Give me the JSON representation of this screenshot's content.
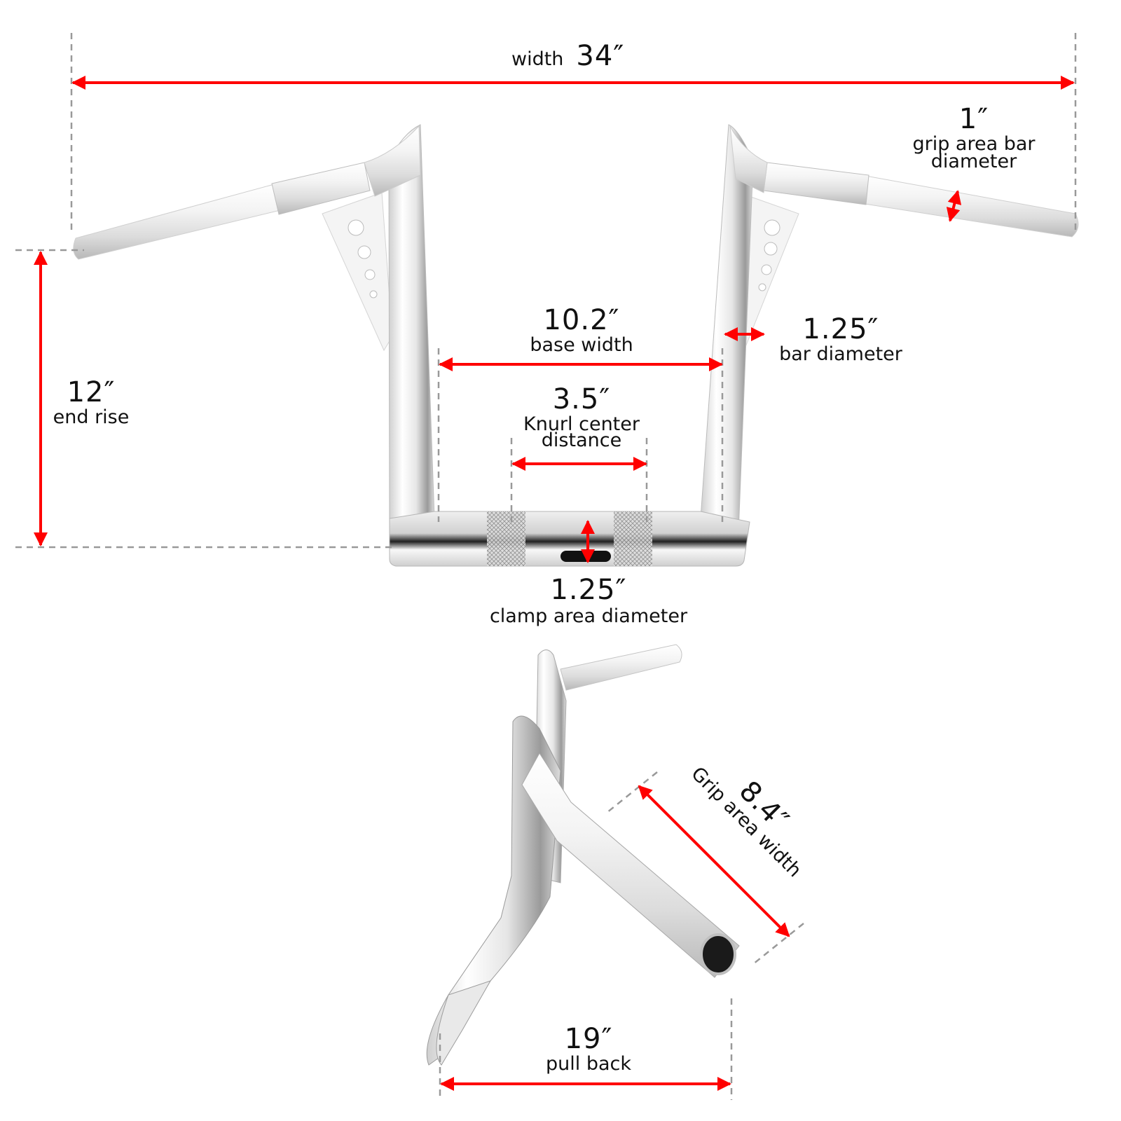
{
  "colors": {
    "arrow": "#ff0000",
    "guide": "#999999",
    "chrome_light": "#f2f2f2",
    "chrome_mid": "#c8c8c8",
    "chrome_dark": "#5a5a5a",
    "text": "#111111"
  },
  "dimensions": {
    "width": {
      "value": "34″",
      "label": "width"
    },
    "grip_bar_diameter": {
      "value": "1″",
      "label_line1": "grip area bar",
      "label_line2": "diameter"
    },
    "end_rise": {
      "value": "12″",
      "label": "end rise"
    },
    "base_width": {
      "value": "10.2″",
      "label": "base width"
    },
    "bar_diameter": {
      "value": "1.25″",
      "label": "bar diameter"
    },
    "knurl_distance": {
      "value": "3.5″",
      "label_line1": "Knurl center",
      "label_line2": "distance"
    },
    "clamp_diameter": {
      "value": "1.25″",
      "label": "clamp area diameter"
    },
    "grip_width": {
      "value": "8.4″",
      "label": "Grip area width"
    },
    "pull_back": {
      "value": "19″",
      "label": "pull back"
    }
  },
  "views": {
    "front": "front-view-handlebar",
    "side": "side-view-handlebar"
  }
}
